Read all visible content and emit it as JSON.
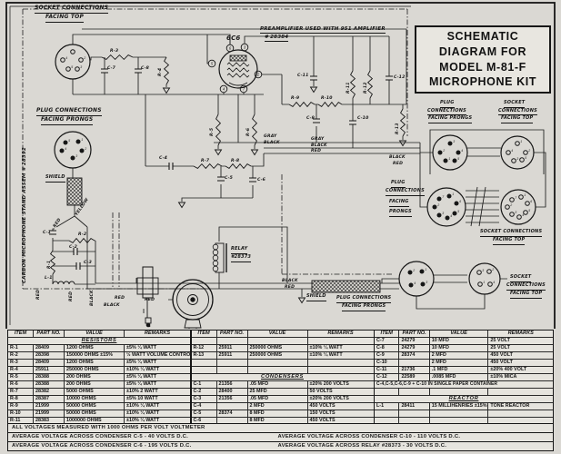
{
  "title_box": {
    "lines": [
      "SCHEMATIC",
      "DIAGRAM FOR",
      "MODEL M-81-F",
      "MICROPHONE KIT"
    ]
  },
  "schematic": {
    "pin_digits": [
      "1",
      "2",
      "3",
      "4",
      "5",
      "6",
      "7"
    ],
    "tube_pins": [
      "6",
      "3",
      "5",
      "2",
      "4",
      "7"
    ],
    "labels": {
      "socket_connections": "SOCKET CONNECTIONS",
      "plug_connections": "PLUG CONNECTIONS",
      "facing_top": "FACING TOP",
      "facing_prongs": "FACING PRONGS",
      "socket": "SOCKET",
      "plug": "PLUG",
      "connections": "CONNECTIONS",
      "facing": "FACING",
      "prongs": "PRONGS",
      "preamp_note": "PREAMPLIFIER USED WITH 951 AMPLIFIER",
      "preamp_part": "# 28384",
      "tube_type": "6C6",
      "stand_assembly": "CARBON MICROPHONE STAND ASSEM # 28392",
      "relay": "RELAY",
      "relay_part": "#28373",
      "shield": "SHIELD",
      "gray": "GRAY",
      "black": "BLACK",
      "red": "RED",
      "yellow": "YELLOW"
    },
    "refs": {
      "r1": "R-1",
      "r2": "R-2",
      "r3": "R-3",
      "r4": "R-4",
      "r5": "R-5",
      "r6": "R-6",
      "r7": "R-7",
      "r8": "R-8",
      "r9": "R-9",
      "r10": "R-10",
      "r11": "R-11",
      "r12": "R-12",
      "r13": "R-13",
      "c1": "C-1",
      "c2": "C-2",
      "c3": "C-3",
      "c4": "C-4",
      "c5": "C-5",
      "c6": "C-6",
      "c7": "C-7",
      "c8": "C-8",
      "c9": "C-9",
      "c10": "C-10",
      "c11": "C-11",
      "c12": "C-12",
      "l1": "L-1"
    }
  },
  "parts_table": {
    "columns": [
      "ITEM",
      "PART NO.",
      "VALUE",
      "REMARKS"
    ],
    "sections": [
      {
        "rows": [
          {
            "t": "h"
          },
          {
            "t": "s",
            "label": "RESISTORS"
          },
          {
            "t": "r",
            "c": [
              "R-1",
              "28409",
              "1200 OHMS",
              "±5%  ¼ WATT"
            ]
          },
          {
            "t": "r",
            "c": [
              "R-2",
              "28398",
              "150000 OHMS ±15%",
              "½ WATT VOLUME CONTROL"
            ]
          },
          {
            "t": "r",
            "c": [
              "R-3",
              "28409",
              "1200 OHMS",
              "±5%  ¼ WATT"
            ]
          },
          {
            "t": "r",
            "c": [
              "R-4",
              "25911",
              "250000 OHMS",
              "±10%  ¼ WATT"
            ]
          },
          {
            "t": "r",
            "c": [
              "R-5",
              "28388",
              "200 OHMS",
              "±5%  ¼ WATT"
            ]
          },
          {
            "t": "r",
            "c": [
              "R-6",
              "28388",
              "200 OHMS",
              "±5%  ¼ WATT"
            ]
          },
          {
            "t": "r",
            "c": [
              "R-7",
              "28382",
              "5000 OHMS",
              "±10%  2 WATT"
            ]
          },
          {
            "t": "r",
            "c": [
              "R-8",
              "28387",
              "10000 OHMS",
              "±5%  10 WATT"
            ]
          },
          {
            "t": "r",
            "c": [
              "R-9",
              "21999",
              "50000 OHMS",
              "±10%  ¼ WATT"
            ]
          },
          {
            "t": "r",
            "c": [
              "R-10",
              "21999",
              "50000 OHMS",
              "±10%  ¼ WATT"
            ]
          },
          {
            "t": "r",
            "c": [
              "R-11",
              "28383",
              "1000000 OHMS",
              "±10%  ¼ WATT"
            ]
          }
        ]
      },
      {
        "rows": [
          {
            "t": "h"
          },
          {
            "t": "b"
          },
          {
            "t": "r",
            "c": [
              "R-12",
              "25911",
              "250000 OHMS",
              "±10%  ¼ WATT"
            ]
          },
          {
            "t": "r",
            "c": [
              "R-13",
              "25911",
              "250000 OHMS",
              "±10%  ¼ WATT"
            ]
          },
          {
            "t": "b"
          },
          {
            "t": "b"
          },
          {
            "t": "s",
            "label": "CONDENSERS"
          },
          {
            "t": "r",
            "c": [
              "C-1",
              "21356",
              ".05 MFD",
              "±20%  200 VOLTS"
            ]
          },
          {
            "t": "r",
            "c": [
              "C-2",
              "28400",
              "25 MFD",
              "50 VOLTS"
            ]
          },
          {
            "t": "r",
            "c": [
              "C-3",
              "21356",
              ".05 MFD",
              "±20%  200 VOLTS"
            ]
          },
          {
            "t": "r",
            "c": [
              "C-4",
              "",
              "2 MFD",
              "450 VOLTS"
            ]
          },
          {
            "t": "r",
            "c": [
              "C-5",
              "28374",
              "8 MFD",
              "150 VOLTS"
            ]
          },
          {
            "t": "r",
            "c": [
              "C-6",
              "",
              "8 MFD",
              "450 VOLTS"
            ]
          }
        ]
      },
      {
        "rows": [
          {
            "t": "h"
          },
          {
            "t": "r",
            "c": [
              "C-7",
              "24279",
              "10 MFD",
              "25 VOLT"
            ]
          },
          {
            "t": "r",
            "c": [
              "C-8",
              "24279",
              "10 MFD",
              "25 VOLT"
            ]
          },
          {
            "t": "r",
            "c": [
              "C-9",
              "28374",
              "2 MFD",
              "450 VOLT"
            ]
          },
          {
            "t": "r",
            "c": [
              "C-10",
              "",
              "2 MFD",
              "450 VOLT"
            ]
          },
          {
            "t": "r",
            "c": [
              "C-11",
              "21736",
              ".1 MFD",
              "±20%  400 VOLT"
            ]
          },
          {
            "t": "r",
            "c": [
              "C-12",
              "22589",
              ".0085 MFD",
              "±10%  MICA"
            ]
          },
          {
            "t": "n",
            "text": "C-4,C-5,C-6,C-9 + C-10 IN SINGLE PAPER CONTAINER"
          },
          {
            "t": "b"
          },
          {
            "t": "s",
            "label": "REACTOR"
          },
          {
            "t": "r",
            "c": [
              "L-1",
              "28411",
              "15 MILLIHENRIES ±15%",
              "TONE REACTOR"
            ]
          },
          {
            "t": "b"
          },
          {
            "t": "b"
          }
        ]
      }
    ]
  },
  "footnotes": {
    "rows": [
      {
        "left": "ALL VOLTAGES MEASURED WITH 1000 OHMS PER VOLT VOLTMETER",
        "right": ""
      },
      {
        "left": "AVERAGE VOLTAGE ACROSS CONDENSER C-5 - 40 VOLTS D.C.",
        "right": "AVERAGE VOLTAGE ACROSS CONDENSER C-10 -  110 VOLTS D.C."
      },
      {
        "left": "AVERAGE VOLTAGE ACROSS CONDENSER C-6 - 195 VOLTS D.C.",
        "right": "AVERAGE VOLTAGE ACROSS RELAY #28373    -  30 VOLTS D.C."
      }
    ]
  }
}
